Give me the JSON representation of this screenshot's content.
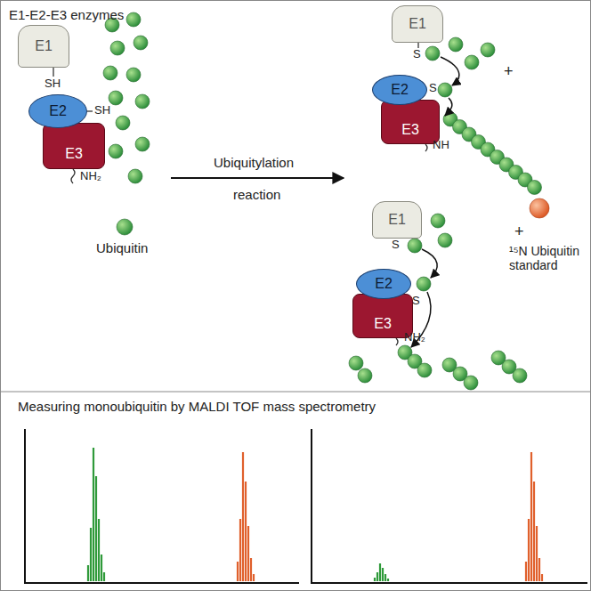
{
  "diagram": {
    "title": "E1-E2-E3 enzymes",
    "nodes": [
      {
        "text": [
          "E1"
        ]
      },
      {
        "text": [
          "E2"
        ]
      },
      {
        "text": [
          "E3"
        ]
      },
      {
        "text": [
          "E1"
        ]
      },
      {
        "text": [
          "E2"
        ]
      },
      {
        "text": [
          "E3"
        ]
      },
      {
        "text": [
          "E1"
        ]
      },
      {
        "text": [
          "E2"
        ]
      },
      {
        "text": [
          "E3"
        ]
      }
    ],
    "labels": [
      "SH",
      "SH",
      "NH₂",
      "Ubiquitin",
      "Ubiquitylation",
      "reaction",
      "S",
      "S",
      "NH",
      "+",
      "S",
      "S",
      "NH₂",
      "+",
      "¹⁵N Ubiquitin standard",
      "Measuring monoubiquitin by MALDI TOF mass spectrometry"
    ]
  }
}
